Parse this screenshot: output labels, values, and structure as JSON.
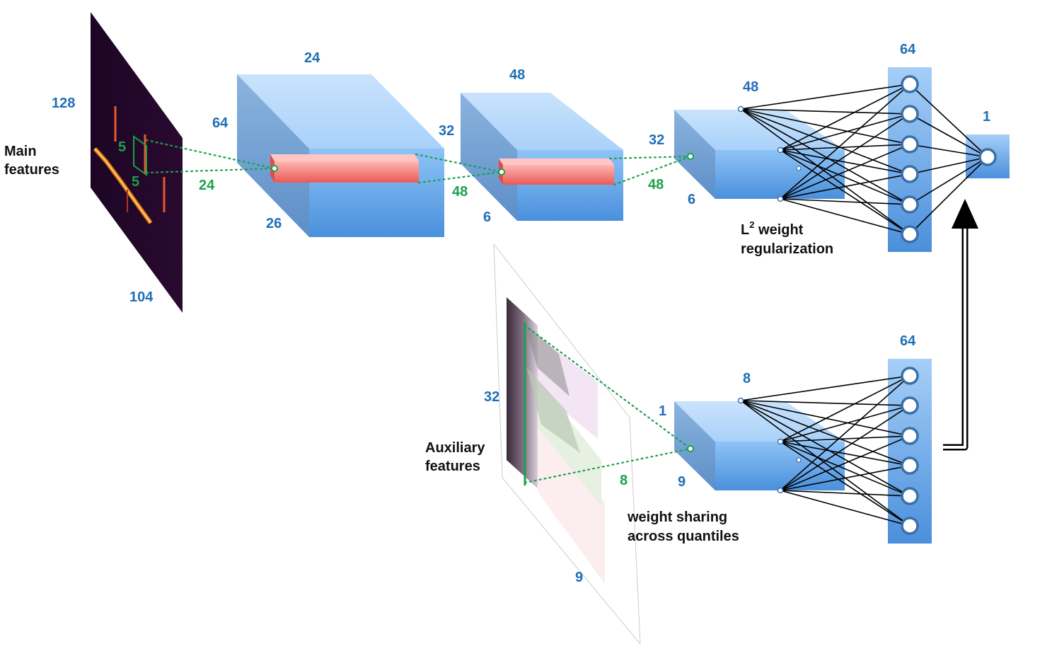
{
  "inputs": {
    "main_label_line1": "Main",
    "main_label_line2": "features",
    "aux_label_line1": "Auxiliary",
    "aux_label_line2": "features"
  },
  "spectrogram": {
    "height_label": "128",
    "width_label": "104",
    "kernel_h": "5",
    "kernel_w": "5"
  },
  "conv1": {
    "depth_label": "24",
    "height_label": "64",
    "width_label": "26",
    "kernel_label": "24"
  },
  "conv2": {
    "depth_label": "48",
    "height_label": "32",
    "width_label": "6",
    "kernel_label": "48"
  },
  "conv3": {
    "height_label": "32",
    "width_label": "6",
    "kernel_label": "48",
    "fan_label": "48"
  },
  "dense_main": {
    "units_label": "64"
  },
  "output": {
    "units_label": "1"
  },
  "annotations": {
    "l2_sup": "2",
    "l2_line1_prefix": "L",
    "l2_line1_rest": " weight",
    "l2_line2": "regularization",
    "share_line1": "weight sharing",
    "share_line2": "across quantiles"
  },
  "aux_input": {
    "height_label": "32",
    "depth_label": "9"
  },
  "aux_conv": {
    "height_label": "1",
    "width_label": "9",
    "kernel_label": "8",
    "fan_label": "8"
  },
  "dense_aux": {
    "units_label": "64"
  },
  "colors": {
    "label_blue": "#1f6fb5",
    "label_green": "#1aa14c",
    "box_blue": "#79b2ee",
    "kernel_red": "#f07a78"
  }
}
